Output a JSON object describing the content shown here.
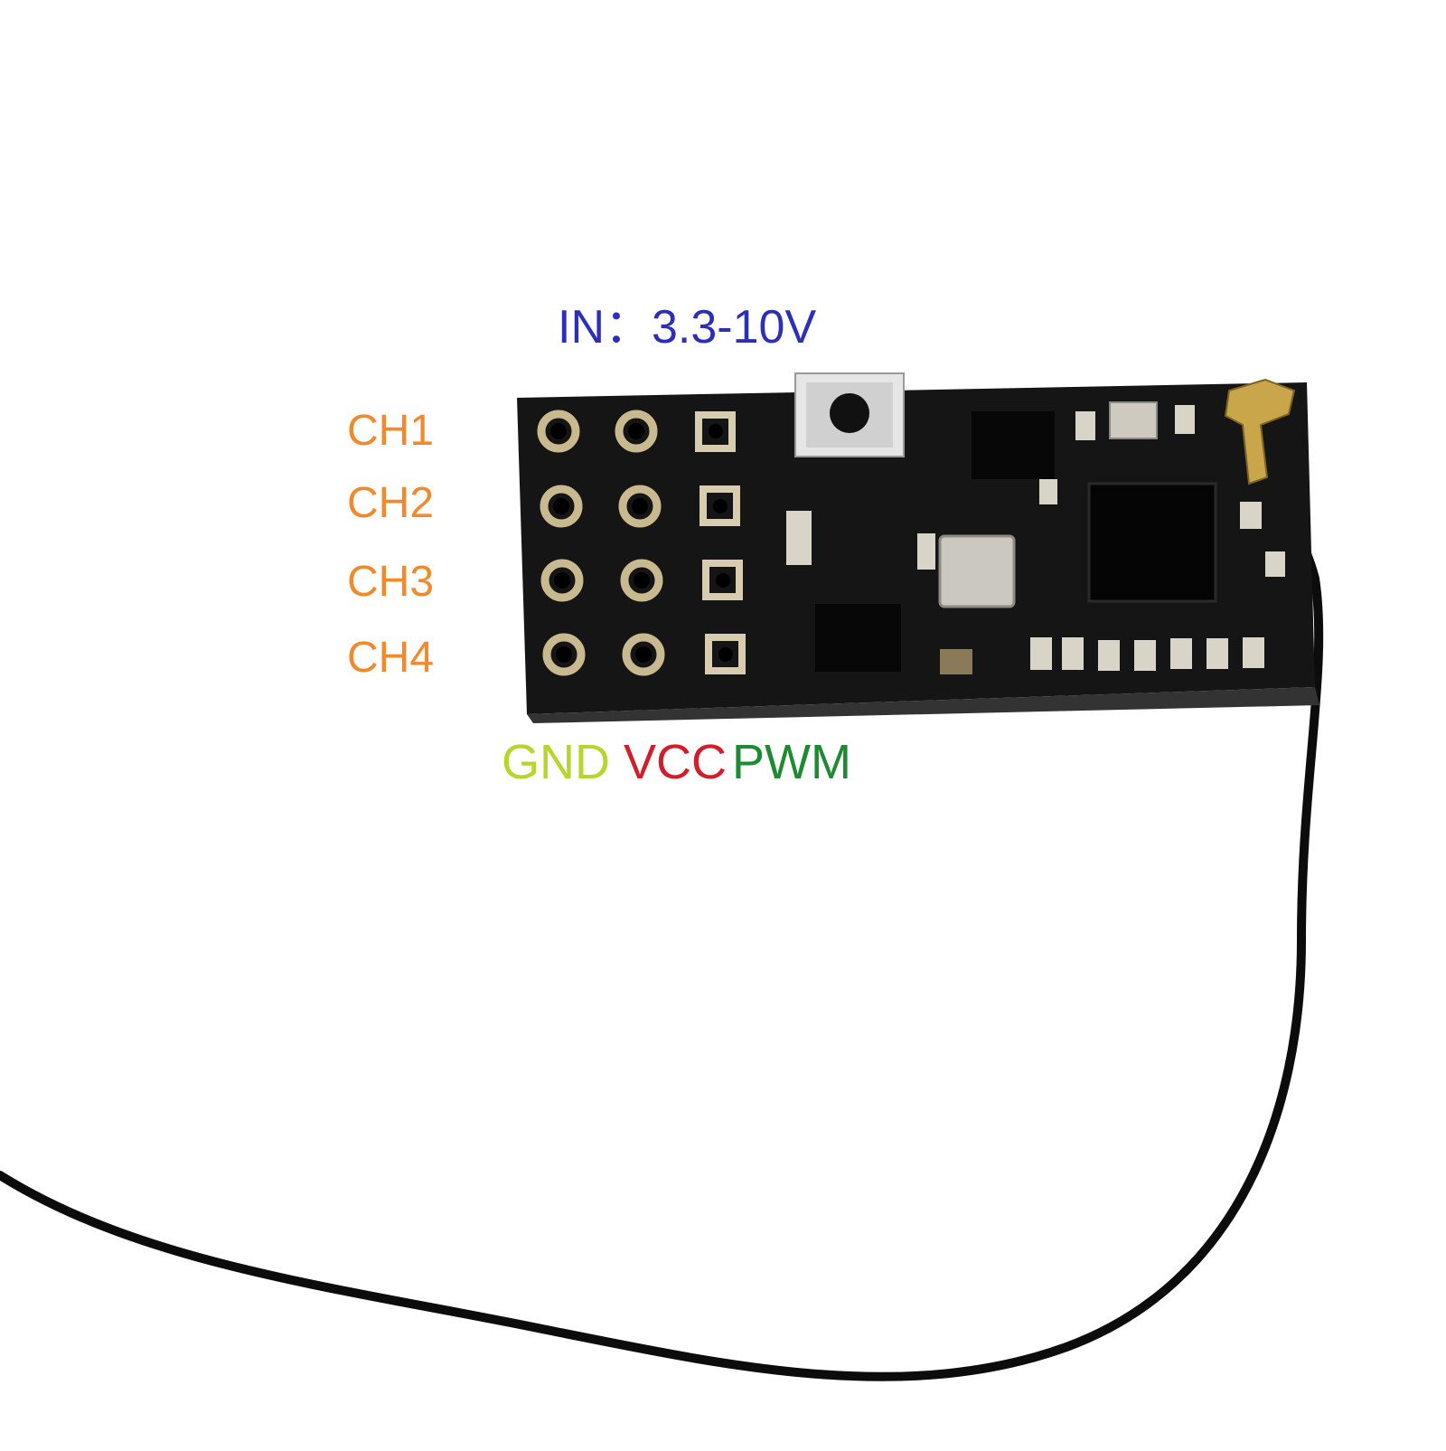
{
  "labels": {
    "input_voltage": "IN：3.3-10V",
    "channels": [
      "CH1",
      "CH2",
      "CH3",
      "CH4"
    ],
    "pins": {
      "gnd": "GND",
      "vcc": "VCC",
      "pwm": "PWM"
    }
  },
  "colors": {
    "input_voltage": "#2d2fb8",
    "channel": "#f08a2c",
    "gnd": "#b5d62b",
    "vcc": "#d01f2a",
    "pwm": "#1f8a32",
    "pcb": "#111111",
    "background": "#ffffff"
  }
}
